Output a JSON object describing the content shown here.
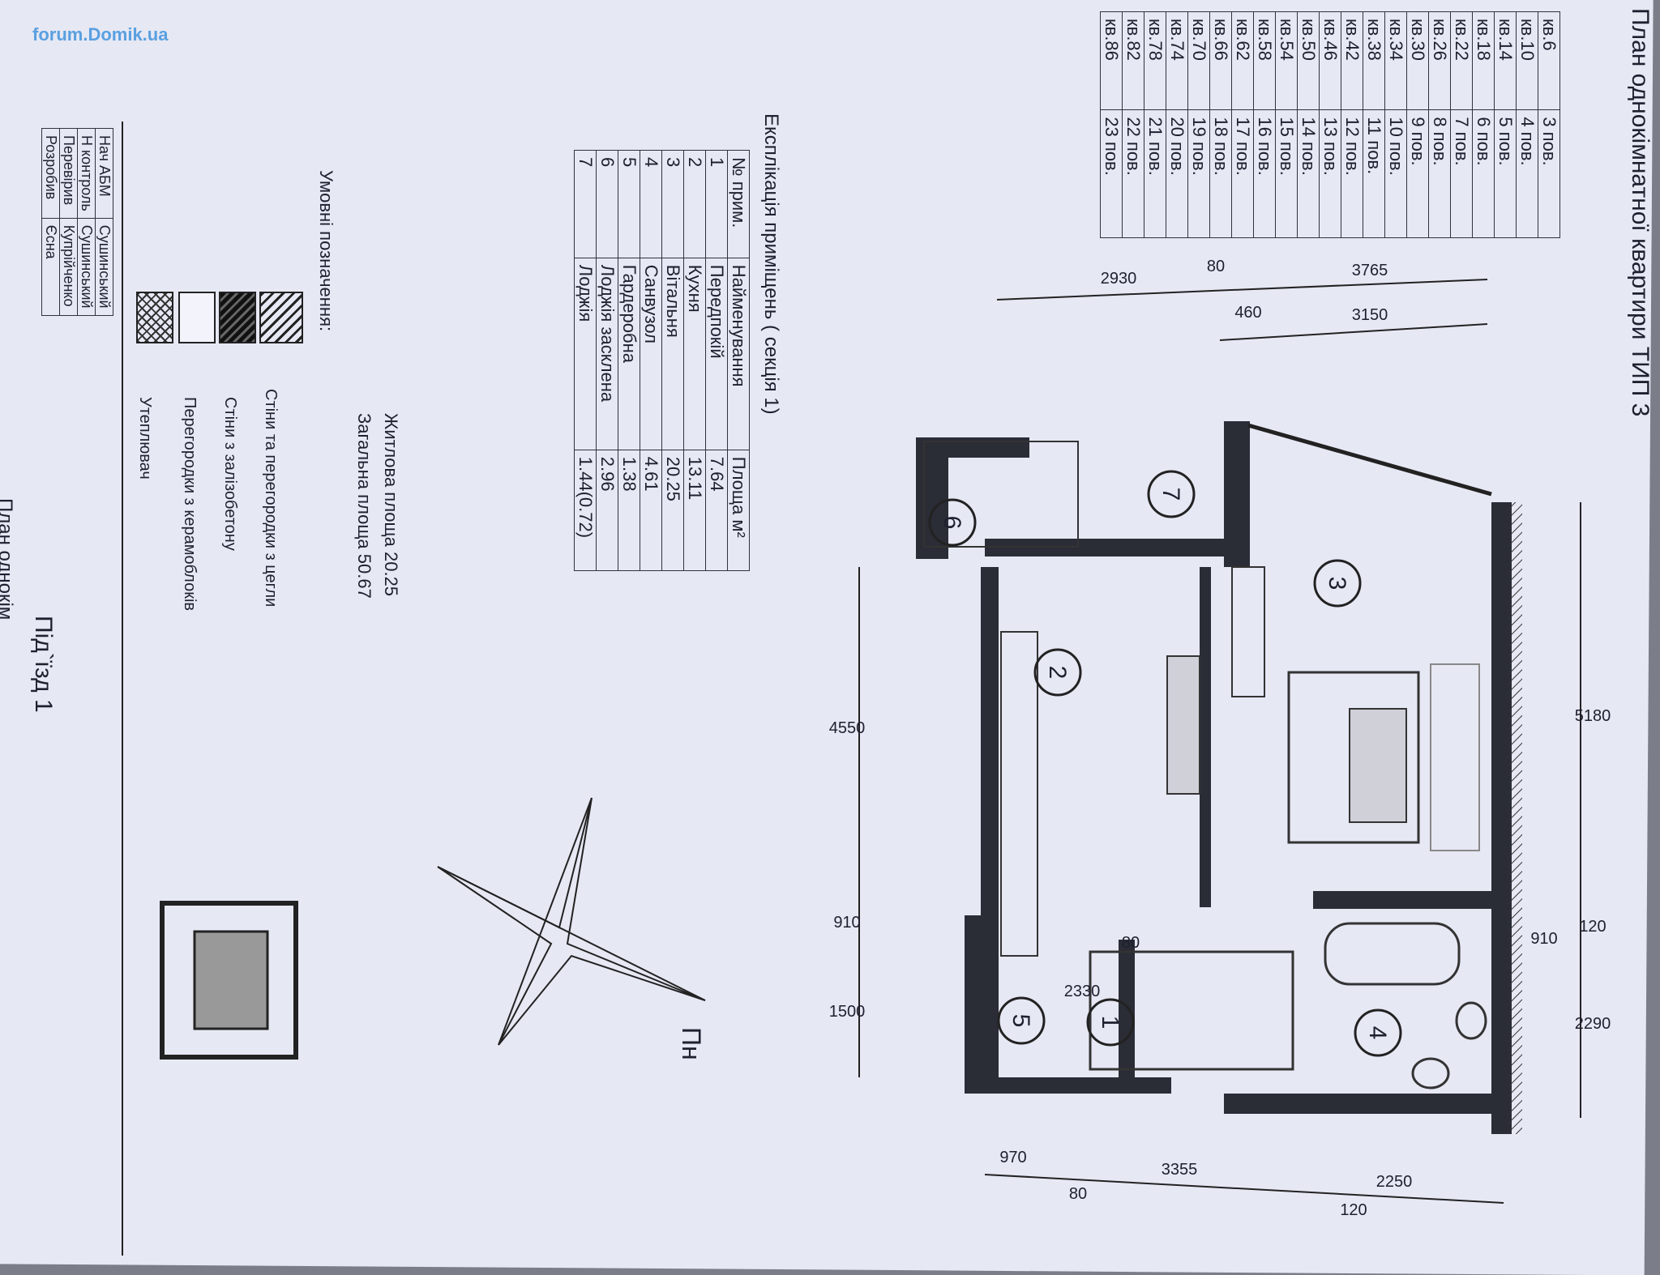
{
  "watermark": "forum.Domik.ua",
  "title": "План однокімнатної квартири  ТИП 3",
  "floor_table": [
    [
      "кв.6",
      "3 пов."
    ],
    [
      "кв.10",
      "4 пов."
    ],
    [
      "кв.14",
      "5 пов."
    ],
    [
      "кв.18",
      "6 пов."
    ],
    [
      "кв.22",
      "7 пов."
    ],
    [
      "кв.26",
      "8 пов."
    ],
    [
      "кв.30",
      "9 пов."
    ],
    [
      "кв.34",
      "10 пов."
    ],
    [
      "кв.38",
      "11 пов."
    ],
    [
      "кв.42",
      "12 пов."
    ],
    [
      "кв.46",
      "13 пов."
    ],
    [
      "кв.50",
      "14 пов."
    ],
    [
      "кв.54",
      "15 пов."
    ],
    [
      "кв.58",
      "16 пов."
    ],
    [
      "кв.62",
      "17 пов."
    ],
    [
      "кв.66",
      "18 пов."
    ],
    [
      "кв.70",
      "19 пов."
    ],
    [
      "кв.74",
      "20 пов."
    ],
    [
      "кв.78",
      "21 пов."
    ],
    [
      "кв.82",
      "22 пов."
    ],
    [
      "кв.86",
      "23 пов."
    ]
  ],
  "explication": {
    "title": "Експлікація приміщень ( секція 1)",
    "headers": [
      "№ прим.",
      "Найменування",
      "Площа м²"
    ],
    "rows": [
      [
        "1",
        "Передпокій",
        "7.64"
      ],
      [
        "2",
        "Кухня",
        "13.11"
      ],
      [
        "3",
        "Вітальня",
        "20.25"
      ],
      [
        "4",
        "Санвузол",
        "4.61"
      ],
      [
        "5",
        "Гардеробна",
        "1.38"
      ],
      [
        "6",
        "Лоджія засклена",
        "2.96"
      ],
      [
        "7",
        "Лоджія",
        "1.44(0.72)"
      ]
    ],
    "living_area": "Житлова площа  20.25",
    "total_area": "Загальна площа  50.67"
  },
  "legend": {
    "title": "Умовні позначення:",
    "items": [
      "Стіни та перегородки з цегли",
      "Стіни з залізобетону",
      "Перегородки з керамоблоків",
      "Утеплювач"
    ]
  },
  "stamp": {
    "roles": [
      "Нач АБМ",
      "Н контроль",
      "Перевірив",
      "Розробив"
    ],
    "names": [
      "Сушинський",
      "Сушинський",
      "Купрійченко",
      "Єсна"
    ]
  },
  "entrance": "Під`їзд 1",
  "sheet_name_fragment": "План однокім",
  "north": "Пн",
  "dimensions": {
    "top": [
      "2930",
      "80",
      "3765"
    ],
    "top_inner": [
      "460",
      "3150"
    ],
    "left": [
      "4550",
      "910",
      "1500"
    ],
    "right": [
      "5180",
      "120",
      "910",
      "2290"
    ],
    "bottom": [
      "970",
      "3355",
      "2250"
    ],
    "bottom_small": [
      "80",
      "120"
    ],
    "inner": [
      "2330",
      "80"
    ]
  },
  "room_numbers": [
    "1",
    "2",
    "3",
    "4",
    "5",
    "6",
    "7"
  ]
}
